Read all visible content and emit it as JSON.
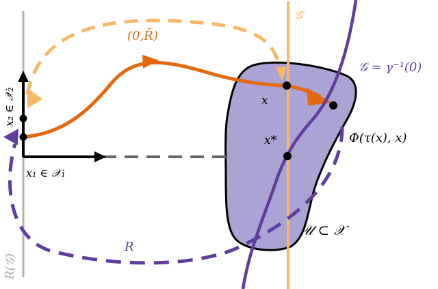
{
  "labels": {
    "x2_axis": "x₂ ∈ 𝒳₂",
    "x1_axis": "x₁ ∈ 𝒳₁",
    "r_g": "R(𝒢)",
    "zero_rbar": "(0,R̄)",
    "g_bar": "𝒢̄",
    "g_def": "𝒢 = γ⁻¹(0)",
    "x_point": "x",
    "x_star": "x*",
    "phi": "Φ(τ(x), x)",
    "r": "R",
    "u_subset": "𝒰 ⊂ 𝒳"
  },
  "colors": {
    "orange_path": "#e3680f",
    "light_orange": "#f8b86a",
    "purple": "#5e3d9c",
    "region_fill": "#aaa3d3",
    "gray_axis": "#b3b3b3",
    "dash_gray": "#666666",
    "black": "#000000"
  },
  "icons": {
    "arrowheads": "triangle-arrowhead",
    "points": "filled-dot"
  }
}
